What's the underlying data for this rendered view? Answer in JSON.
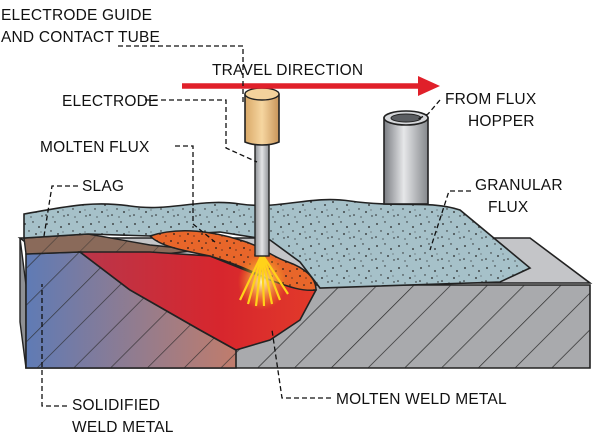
{
  "labels": {
    "electrode_guide_line1": "ELECTRODE GUIDE",
    "electrode_guide_line2": "AND CONTACT TUBE",
    "travel_direction": "TRAVEL DIRECTION",
    "electrode": "ELECTRODE",
    "from_flux_line1": "FROM FLUX",
    "from_flux_line2": "HOPPER",
    "molten_flux": "MOLTEN FLUX",
    "slag": "SLAG",
    "granular_line1": "GRANULAR",
    "granular_line2": "FLUX",
    "solidified_line1": "SOLIDIFIED",
    "solidified_line2": "WELD METAL",
    "molten_weld_metal": "MOLTEN WELD METAL"
  },
  "colors": {
    "travel_arrow": "#e0202a",
    "contact_tube": "#f1c27d",
    "electrode": "#a9acb0",
    "granular_flux": "#a6c1c9",
    "base_metal": "#a9aaad",
    "molten_metal": "#d8202a",
    "molten_flux": "#e8662a",
    "solidified_metal": "#6f88b8",
    "arc": "#ffd21a"
  }
}
